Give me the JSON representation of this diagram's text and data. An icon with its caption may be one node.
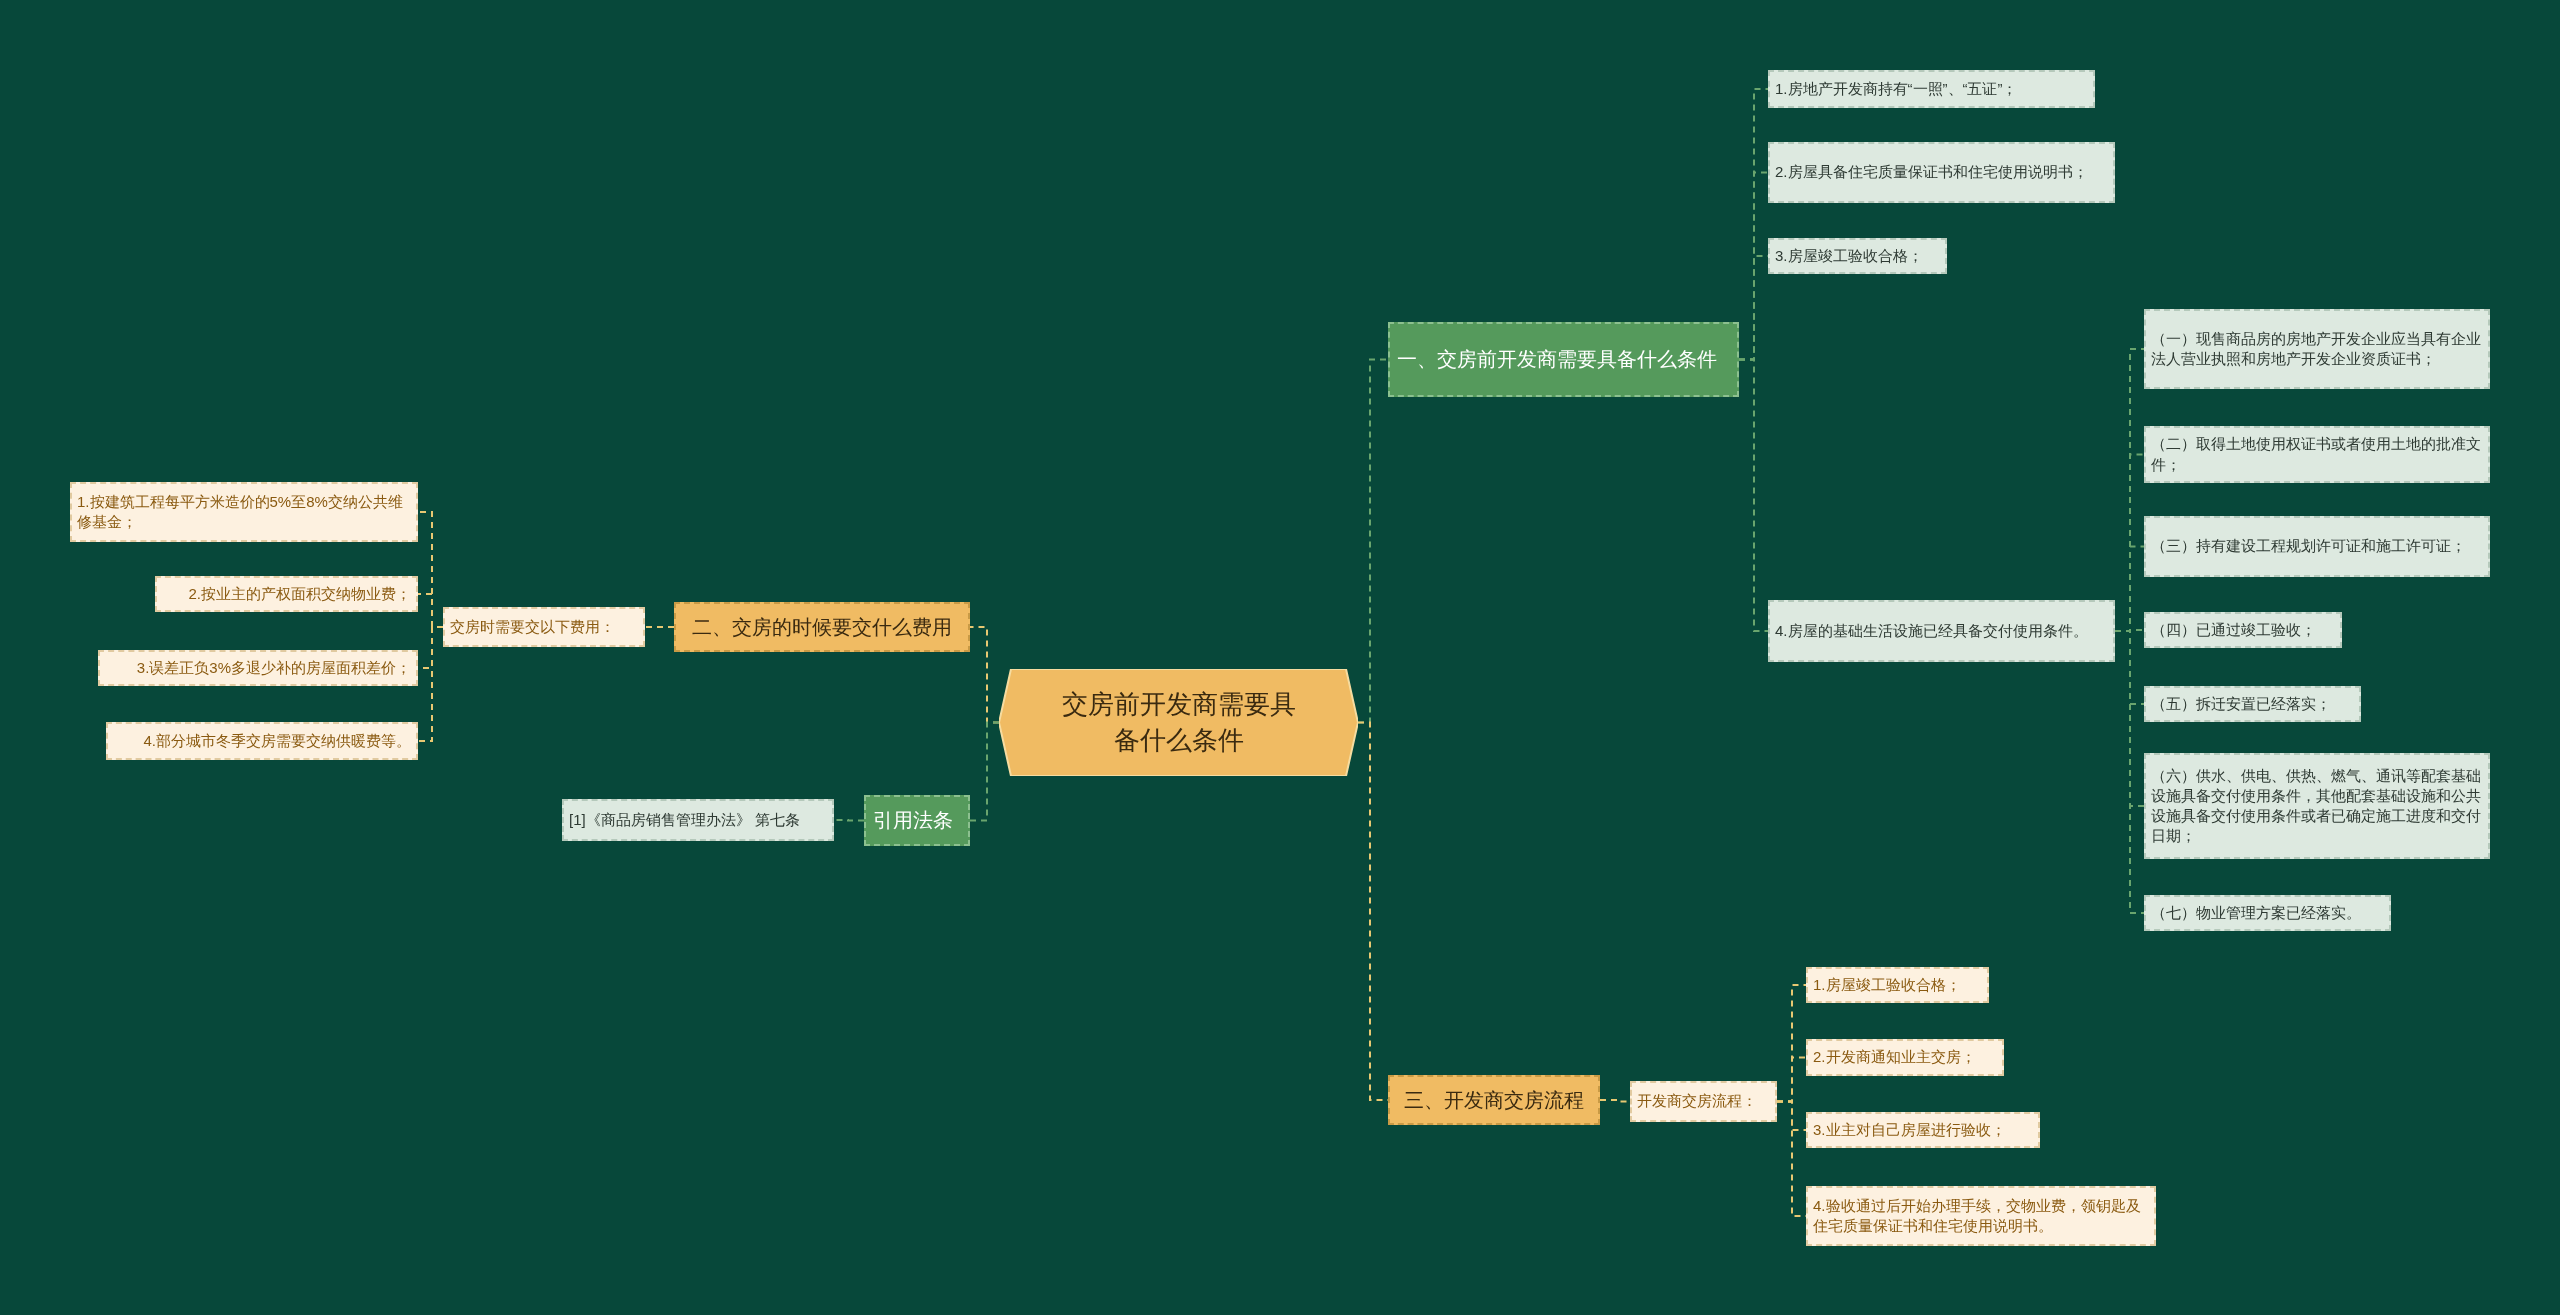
{
  "diagram": {
    "nodes": [
      {
        "text": [
          "交房前开发商需要具备什么条件"
        ]
      },
      {
        "text": [
          "一、交房前开发商需要具备什么条件"
        ]
      },
      {
        "text": [
          "1.房地产开发商持有“一照”、“五证”；"
        ]
      },
      {
        "text": [
          "2.房屋具备住宅质量保证书和住宅使用说明书；"
        ]
      },
      {
        "text": [
          "3.房屋竣工验收合格；"
        ]
      },
      {
        "text": [
          "4.房屋的基础生活设施已经具备交付使用条件。"
        ]
      },
      {
        "text": [
          "（一）现售商品房的房地产开发企业应当具有企业法人营业执照和房地产开发企业资质证书；"
        ]
      },
      {
        "text": [
          "（二）取得土地使用权证书或者使用土地的批准文件；"
        ]
      },
      {
        "text": [
          "（三）持有建设工程规划许可证和施工许可证；"
        ]
      },
      {
        "text": [
          "（四）已通过竣工验收；"
        ]
      },
      {
        "text": [
          "（五）拆迁安置已经落实；"
        ]
      },
      {
        "text": [
          "（六）供水、供电、供热、燃气、通讯等配套基础设施具备交付使用条件，其他配套基础设施和公共设施具备交付使用条件或者已确定施工进度和交付日期；"
        ]
      },
      {
        "text": [
          "（七）物业管理方案已经落实。"
        ]
      },
      {
        "text": [
          "三、开发商交房流程"
        ]
      },
      {
        "text": [
          "开发商交房流程："
        ]
      },
      {
        "text": [
          "1.房屋竣工验收合格；"
        ]
      },
      {
        "text": [
          "2.开发商通知业主交房；"
        ]
      },
      {
        "text": [
          "3.业主对自己房屋进行验收；"
        ]
      },
      {
        "text": [
          "4.验收通过后开始办理手续，交物业费，领钥匙及住宅质量保证书和住宅使用说明书。"
        ]
      },
      {
        "text": [
          "二、交房的时候要交什么费用"
        ]
      },
      {
        "text": [
          "交房时需要交以下费用："
        ]
      },
      {
        "text": [
          "1.按建筑工程每平方米造价的5%至8%交纳公共维修基金；"
        ]
      },
      {
        "text": [
          "2.按业主的产权面积交纳物业费；"
        ]
      },
      {
        "text": [
          "3.误差正负3%多退少补的房屋面积差价；"
        ]
      },
      {
        "text": [
          "4.部分城市冬季交房需要交纳供暖费等。"
        ]
      },
      {
        "text": [
          "引用法条"
        ]
      },
      {
        "text": [
          "[1]《商品房销售管理办法》 第七条"
        ]
      }
    ],
    "edges": [
      {
        "from": 0,
        "to": 1,
        "arrow": "none"
      },
      {
        "from": 1,
        "to": 2,
        "arrow": "none"
      },
      {
        "from": 1,
        "to": 3,
        "arrow": "none"
      },
      {
        "from": 1,
        "to": 4,
        "arrow": "none"
      },
      {
        "from": 1,
        "to": 5,
        "arrow": "none"
      },
      {
        "from": 5,
        "to": 6,
        "arrow": "none"
      },
      {
        "from": 5,
        "to": 7,
        "arrow": "none"
      },
      {
        "from": 5,
        "to": 8,
        "arrow": "none"
      },
      {
        "from": 5,
        "to": 9,
        "arrow": "none"
      },
      {
        "from": 5,
        "to": 10,
        "arrow": "none"
      },
      {
        "from": 5,
        "to": 11,
        "arrow": "none"
      },
      {
        "from": 5,
        "to": 12,
        "arrow": "none"
      },
      {
        "from": 0,
        "to": 13,
        "arrow": "none",
        "color": "#e8c872"
      },
      {
        "from": 13,
        "to": 14,
        "arrow": "none",
        "color": "#e8c872"
      },
      {
        "from": 14,
        "to": 15,
        "arrow": "none",
        "color": "#e8c872"
      },
      {
        "from": 14,
        "to": 16,
        "arrow": "none",
        "color": "#e8c872"
      },
      {
        "from": 14,
        "to": 17,
        "arrow": "none",
        "color": "#e8c872"
      },
      {
        "from": 14,
        "to": 18,
        "arrow": "none",
        "color": "#e8c872"
      },
      {
        "from": 0,
        "to": 19,
        "arrow": "none",
        "color": "#e8c872"
      },
      {
        "from": 19,
        "to": 20,
        "arrow": "none",
        "color": "#e8c872"
      },
      {
        "from": 20,
        "to": 21,
        "arrow": "none",
        "color": "#e8c872"
      },
      {
        "from": 20,
        "to": 22,
        "arrow": "none",
        "color": "#e8c872"
      },
      {
        "from": 20,
        "to": 23,
        "arrow": "none",
        "color": "#e8c872"
      },
      {
        "from": 20,
        "to": 24,
        "arrow": "none",
        "color": "#e8c872"
      },
      {
        "from": 0,
        "to": 25,
        "arrow": "none"
      },
      {
        "from": 25,
        "to": 26,
        "arrow": "none"
      }
    ]
  }
}
